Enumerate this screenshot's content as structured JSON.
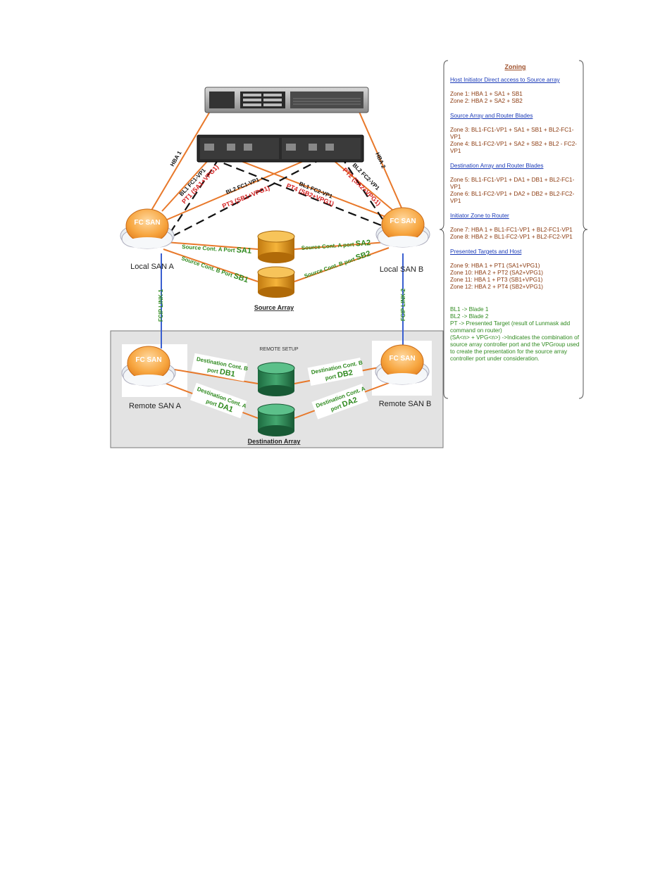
{
  "sans": {
    "local_a": "Local SAN A",
    "local_b": "Local SAN B",
    "remote_a": "Remote SAN A",
    "remote_b": "Remote SAN B",
    "cloud_label": "FC SAN"
  },
  "links": {
    "hba1": "HBA 1",
    "hba2": "HBA 2",
    "bl1_fc1": "BL1 FC1-VP1",
    "bl2_fc1": "BL2 FC1-VP1",
    "bl1_fc2": "BL1 FC2-VP1",
    "bl2_fc2": "BL2 FC2-VP1",
    "pt1": "PT1 (SA1+VPG1)",
    "pt2": "PT2 (SA2+VPG1)",
    "pt3": "PT3 (SB1+VPG1)",
    "pt4": "PT4 (SB2+VPG1)",
    "fcip1": "FCIP LINK-1",
    "fcip2": "FCIP LINK-2"
  },
  "source": {
    "sa1_prefix": "Source Cont. A Port",
    "sa1": "SA1",
    "sb1_prefix": "Source Cont. B Port",
    "sb1": "SB1",
    "sa2_prefix": "Source Cont. A port",
    "sa2": "SA2",
    "sb2_prefix": "Source Cont. B port",
    "sb2": "SB2",
    "array_label": "Source Array"
  },
  "remote": {
    "title": "REMOTE SETUP",
    "db1_l1": "Destination Cont. B",
    "db1_l2": "port",
    "db1": "DB1",
    "da1_l1": "Destination Cont. A",
    "da1_l2": "port",
    "da1": "DA1",
    "db2_l1": "Destination Cont. B",
    "db2_l2": "port",
    "db2": "DB2",
    "da2_l1": "Destination Cont. A",
    "da2_l2": "port",
    "da2": "DA2",
    "array_label": "Destination Array"
  },
  "zoning": {
    "title": "Zoning",
    "sec1": "Host Initiator Direct access to Source array",
    "zones1": [
      "Zone 1:  HBA 1 + SA1 + SB1",
      "Zone 2:  HBA 2 + SA2 + SB2"
    ],
    "sec2": "Source Array and Router Blades",
    "zones2": [
      "Zone 3: BL1-FC1-VP1 + SA1 + SB1 + BL2-FC1-VP1",
      "Zone 4: BL1-FC2-VP1 + SA2 + SB2 + BL2 - FC2-VP1"
    ],
    "sec3": "Destination Array and Router Blades",
    "zones3": [
      "Zone 5: BL1-FC1-VP1 + DA1 + DB1 + BL2-FC1-VP1",
      "Zone 6: BL1-FC2-VP1 + DA2 + DB2 + BL2-FC2-VP1"
    ],
    "sec4": "Initiator Zone to Router",
    "zones4": [
      "Zone 7: HBA 1 + BL1-FC1-VP1 + BL2-FC1-VP1",
      "Zone 8: HBA 2 + BL1-FC2-VP1 + BL2-FC2-VP1"
    ],
    "sec5": "Presented Targets and Host",
    "zones5": [
      "Zone 9:    HBA 1 + PT1 (SA1+VPG1)",
      "Zone 10:  HBA 2 + PT2 (SA2+VPG1)",
      "Zone 11:  HBA 1 + PT3 (SB1+VPG1)",
      "Zone 12:  HBA 2 + PT4 (SB2+VPG1)"
    ],
    "legend": [
      "BL1 -> Blade 1",
      "BL2 -> Blade 2",
      "PT -> Presented Target (result of Lunmask add command on router)",
      "(SA<n> + VPG<n>) ->Indicates the combination of source array controller port and the VPGroup used to create the presentation for the source array controller port under consideration."
    ]
  },
  "colors": {
    "orange_link": "#e8782a",
    "blue_link": "#3a5fd0",
    "green_text": "#2f8a1f",
    "red_text": "#d42020",
    "source_disk": "#e8a020",
    "dest_disk": "#2e8b57",
    "remote_bg": "#e3e3e3"
  }
}
